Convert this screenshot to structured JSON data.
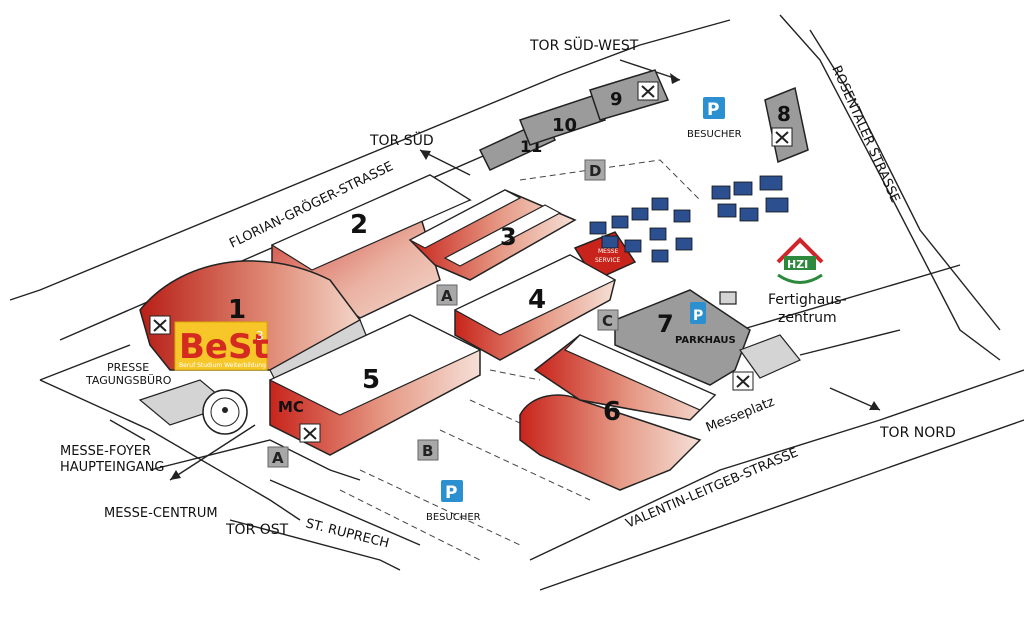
{
  "map": {
    "gates": {
      "sued_west": "TOR SÜD-WEST",
      "sued": "TOR SÜD",
      "ost": "TOR OST",
      "nord": "TOR NORD"
    },
    "streets": {
      "florian": "FLORIAN-GRÖGER-STRASSE",
      "rosentaler": "ROSENTALER STRASSE",
      "valentin": "VALENTIN-LEITGEB-STRASSE",
      "ruprecht": "ST. RUPRECH"
    },
    "halls": {
      "h1": "1",
      "h2": "2",
      "h3": "3",
      "h4": "4",
      "h5": "5",
      "h6": "6",
      "h7": "7",
      "h8": "8",
      "h9": "9",
      "h10": "10",
      "h11": "11"
    },
    "entrances": {
      "a1": "A",
      "a2": "A",
      "b": "B",
      "c": "C",
      "d": "D"
    },
    "labels": {
      "mc": "MC",
      "messe_service_1": "MESSE",
      "messe_service_2": "SERVICE",
      "parkhaus": "PARKHAUS",
      "besucher_1": "BESUCHER",
      "besucher_2": "BESUCHER",
      "presse_1": "PRESSE",
      "presse_2": "TAGUNGSBÜRO",
      "foyer_1": "MESSE-FOYER",
      "foyer_2": "HAUPTEINGANG",
      "centrum": "MESSE-CENTRUM",
      "messeplatz": "Messeplatz",
      "fertighaus_1": "Fertighaus-",
      "fertighaus_2": "zentrum",
      "parking_symbol": "P"
    },
    "best_logo": {
      "word": "BeSt",
      "superscript": "3",
      "tagline": "Beruf Studium Weiterbildung"
    },
    "hzi_logo": "HZI",
    "colors": {
      "hall_red": "#c8241b",
      "hall_light": "#f2d0c4",
      "parking_blue": "#2b8fd0",
      "logo_yellow": "#f7c72a",
      "logo_red": "#d42a1f",
      "hzi_green": "#2d8a3c",
      "hzi_red": "#d0262a"
    }
  }
}
